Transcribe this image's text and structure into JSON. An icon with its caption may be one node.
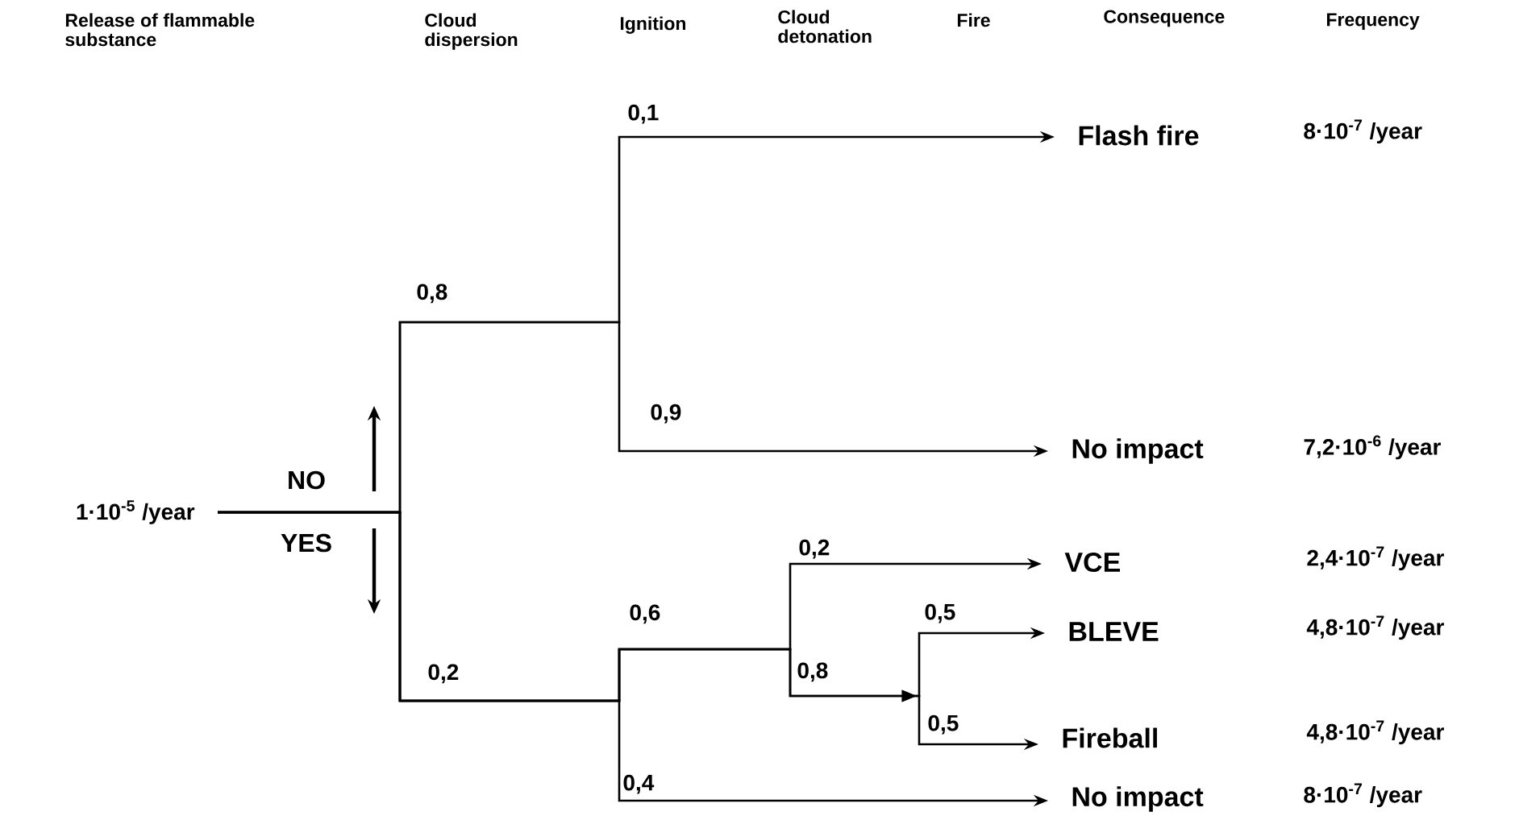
{
  "diagram": {
    "nodes": [
      {
        "text": [
          "1·10$^{-5}$ /year"
        ]
      },
      {
        "text": [
          "Flash fire"
        ]
      },
      {
        "text": [
          "No impact"
        ]
      },
      {
        "text": [
          "VCE"
        ]
      },
      {
        "text": [
          "BLEVE"
        ]
      },
      {
        "text": [
          "Fireball"
        ]
      },
      {
        "text": [
          "No impact"
        ]
      }
    ],
    "edges": [
      {
        "from": 0,
        "to": 1,
        "arrow": "to",
        "label": "0,1"
      },
      {
        "from": 0,
        "to": 2,
        "arrow": "to",
        "label": "0,9"
      },
      {
        "from": 0,
        "to": 3,
        "arrow": "to",
        "label": "0,2"
      },
      {
        "from": 0,
        "to": 4,
        "arrow": "to",
        "label": "0,5"
      },
      {
        "from": 0,
        "to": 5,
        "arrow": "to",
        "label": "0,5"
      },
      {
        "from": 0,
        "to": 6,
        "arrow": "to",
        "label": "0,4"
      }
    ],
    "labels": [
      "Release of flammable substance",
      "Cloud dispersion",
      "Ignition",
      "Cloud detonation",
      "Fire",
      "Consequence",
      "Frequency",
      "8·10$^{-7}$ /year",
      "0,8",
      "7,2·10$^{-6}$ /year",
      "NO",
      "YES",
      "2,4·10$^{-7}$ /year",
      "0,6",
      "4,8·10$^{-7}$ /year",
      "0,2",
      "0,8",
      "4,8·10$^{-7}$ /year",
      "8·10$^{-7}$ /year"
    ]
  }
}
